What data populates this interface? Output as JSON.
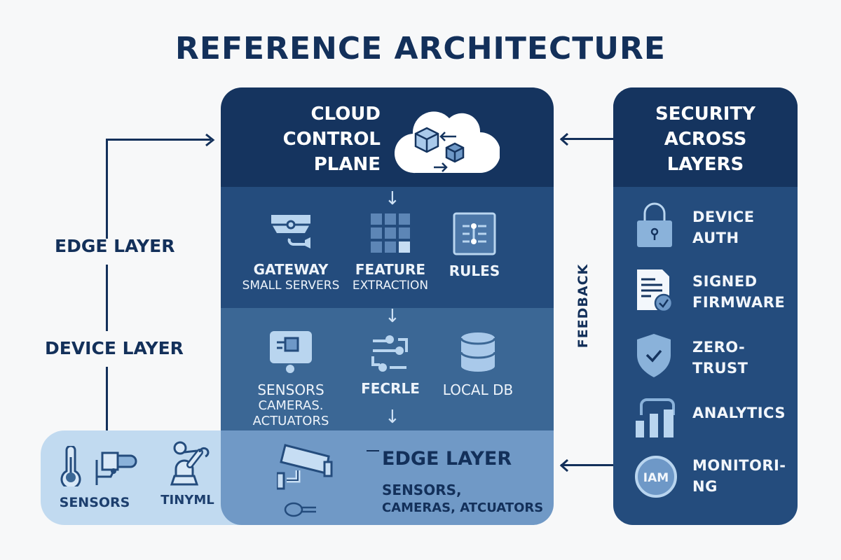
{
  "title": "REFERENCE ARCHITECTURE",
  "left_labels": {
    "edge": "EDGE LAYER",
    "device": "DEVICE LAYER"
  },
  "feedback_label": "FEEDBACK",
  "cloud": {
    "title_lines": [
      "CLOUD",
      "CONTROL",
      "PLANE"
    ],
    "icon": "cloud-with-cubes-icon"
  },
  "edge_nodes": [
    {
      "label": "GATEWAY",
      "sub": "SMALL SERVERS",
      "icon": "gateway-icon"
    },
    {
      "label": "FEATURE",
      "sub": "EXTRACTION",
      "icon": "grid-icon"
    },
    {
      "label": "RULES",
      "sub": "",
      "icon": "sliders-icon"
    }
  ],
  "local_nodes": [
    {
      "label": "SENSORS",
      "sub_lines": [
        "CAMERAS.",
        "ACTUATORS"
      ],
      "icon": "sensor-screen-icon"
    },
    {
      "label": "FECRLE",
      "sub_lines": [],
      "icon": "flow-nodes-icon"
    },
    {
      "label": "LOCAL DB",
      "sub_lines": [],
      "icon": "database-icon"
    }
  ],
  "bottom_edge": {
    "title": "EDGE LAYER",
    "sub_lines": [
      "SENSORS,",
      "CAMERAS, ATCUATORS"
    ],
    "icons": [
      "security-camera-icon",
      "probe-icon"
    ]
  },
  "device_band": {
    "items": [
      {
        "label": "SENSORS",
        "icons": [
          "thermometer-icon",
          "camera-icon"
        ]
      },
      {
        "label": "TINYML",
        "icons": [
          "robot-arm-icon"
        ]
      }
    ]
  },
  "security": {
    "title_lines": [
      "SECURITY",
      "ACROSS",
      "LAYERS"
    ],
    "items": [
      {
        "lines": [
          "DEVICE",
          "AUTH"
        ],
        "icon": "padlock-icon"
      },
      {
        "lines": [
          "SIGNED",
          "FIRMWARE"
        ],
        "icon": "signed-document-icon"
      },
      {
        "lines": [
          "ZERO-",
          "TRUST"
        ],
        "icon": "shield-check-icon"
      },
      {
        "lines": [
          "ANALYTICS"
        ],
        "icon": "bar-chart-icon"
      },
      {
        "lines": [
          "MONITORI-",
          "NG"
        ],
        "icon": "iam-badge-icon",
        "badge_text": "IAM"
      }
    ]
  },
  "colors": {
    "navy": "#13305a",
    "cloud_band": "#15345f",
    "edge_band": "#244c7d",
    "local_band": "#3b6795",
    "bottom_band": "#7099c6",
    "device_band": "#c1daf0",
    "icon_light": "#b9d5ef",
    "background": "#f7f8f9"
  }
}
